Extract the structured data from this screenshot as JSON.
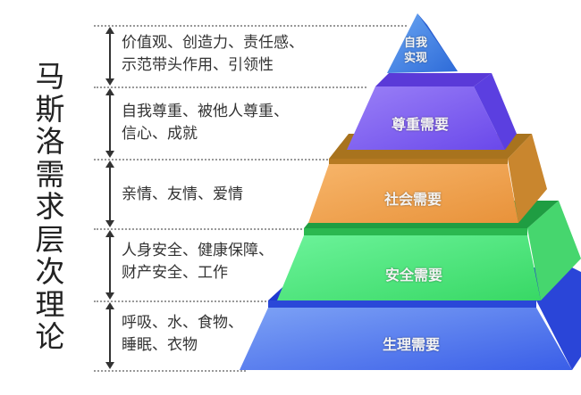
{
  "title": [
    "马",
    "斯",
    "洛",
    "需",
    "求",
    "层",
    "次",
    "理",
    "论"
  ],
  "levels": [
    {
      "name_line1": "自我",
      "name_line2": "实现",
      "description_line1": "价值观、创造力、责任感、",
      "description_line2": "示范带头作用、引领性",
      "color": "#3f7fe0"
    },
    {
      "name": "尊重需要",
      "description_line1": "自我尊重、被他人尊重、",
      "description_line2": "信心、成就",
      "color": "#7b5cf0"
    },
    {
      "name": "社会需要",
      "description_line1": "亲情、友情、爱情",
      "description_line2": "",
      "color": "#f0a050"
    },
    {
      "name": "安全需要",
      "description_line1": "人身安全、健康保障、",
      "description_line2": "财产安全、工作",
      "color": "#4de37a"
    },
    {
      "name": "生理需要",
      "description_line1": "呼吸、水、食物、",
      "description_line2": "睡眠、衣物",
      "color": "#4a6cf0"
    }
  ]
}
